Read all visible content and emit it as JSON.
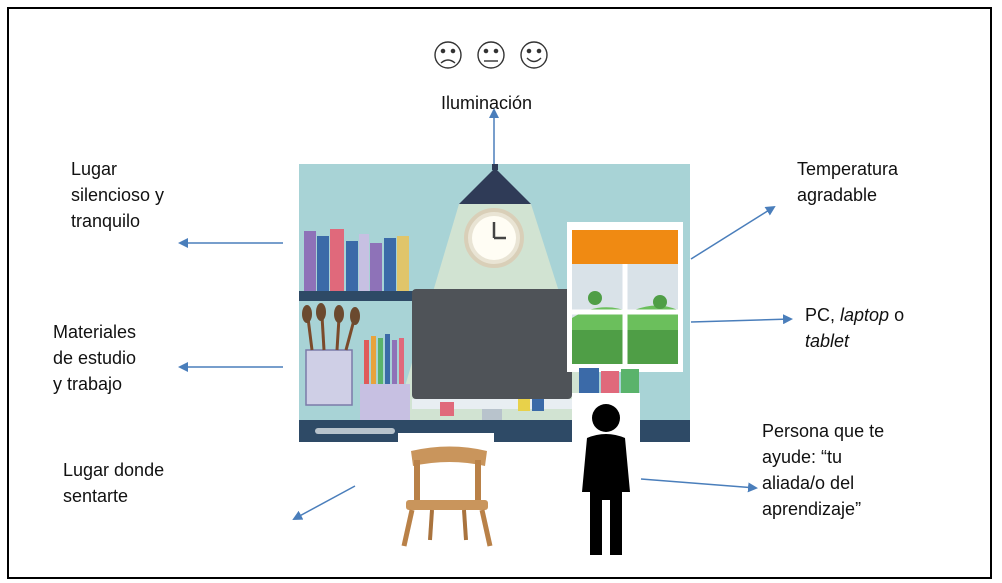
{
  "rating_faces": [
    "sad-face-icon",
    "neutral-face-icon",
    "happy-face-icon"
  ],
  "labels": {
    "iluminacion": "Iluminación",
    "lugar_silencioso": [
      "Lugar",
      "silencioso y",
      "tranquilo"
    ],
    "materiales": [
      "Materiales",
      "de estudio",
      "y trabajo"
    ],
    "lugar_sentarte": [
      "Lugar donde",
      "sentarte"
    ],
    "temperatura": [
      "Temperatura",
      "agradable"
    ],
    "pc": {
      "pc": "PC, ",
      "laptop": "laptop",
      "o": " o",
      "tablet": "tablet"
    },
    "persona": [
      "Persona que te",
      "ayude: “tu",
      "aliada/o del",
      "aprendizaje”"
    ]
  },
  "colors": {
    "arrow": "#4a7ebb",
    "wall": "#a8d3d6",
    "desk": "#2e4a66",
    "lamp": "#2f3b57",
    "frame": "#000000"
  }
}
